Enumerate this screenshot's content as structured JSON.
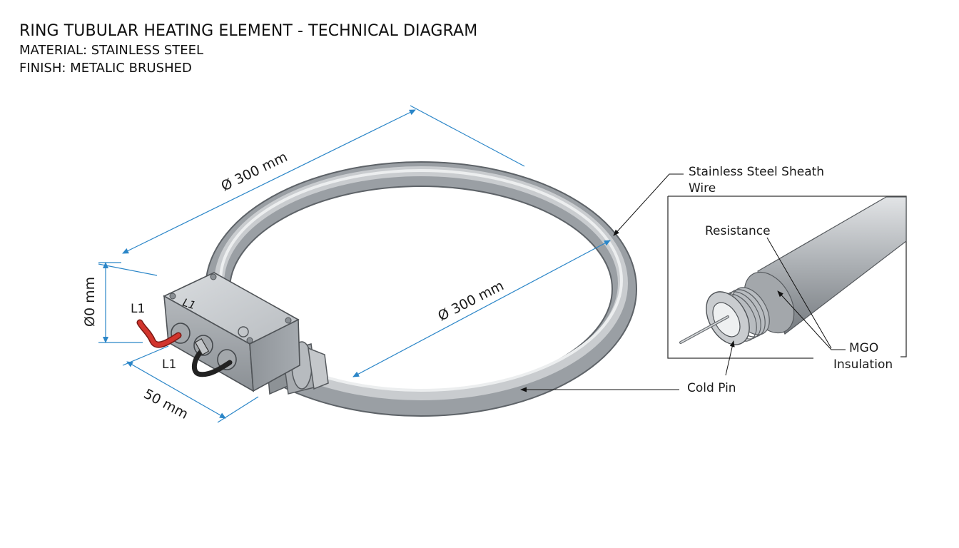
{
  "header": {
    "title": "RING TUBULAR HEATING ELEMENT - TECHNICAL DIAGRAM",
    "material": "MATERIAL: STAINLESS STEEL",
    "finish": "FINISH: METALIC BRUSHED"
  },
  "dimensions": {
    "outer_diameter": "Ø 300 mm",
    "inner_diameter": "Ø 300 mm",
    "box_height": "Ø0 mm",
    "box_width": "50 mm"
  },
  "terminals": {
    "top_wire": "L1",
    "bottom_wire": "L1",
    "box_mark": "L1"
  },
  "callouts": {
    "sheath": "Stainless Steel Sheath",
    "sheath_line2": "Wire",
    "resistance": "Resistance",
    "mgo": "MGO",
    "mgo_line2": "Insulation",
    "cold_pin": "Cold Pin"
  },
  "colors": {
    "dimension_line": "#2b86c8",
    "red_wire": "#d2342c",
    "black_wire": "#222222",
    "steel": "#9ea3a8"
  }
}
